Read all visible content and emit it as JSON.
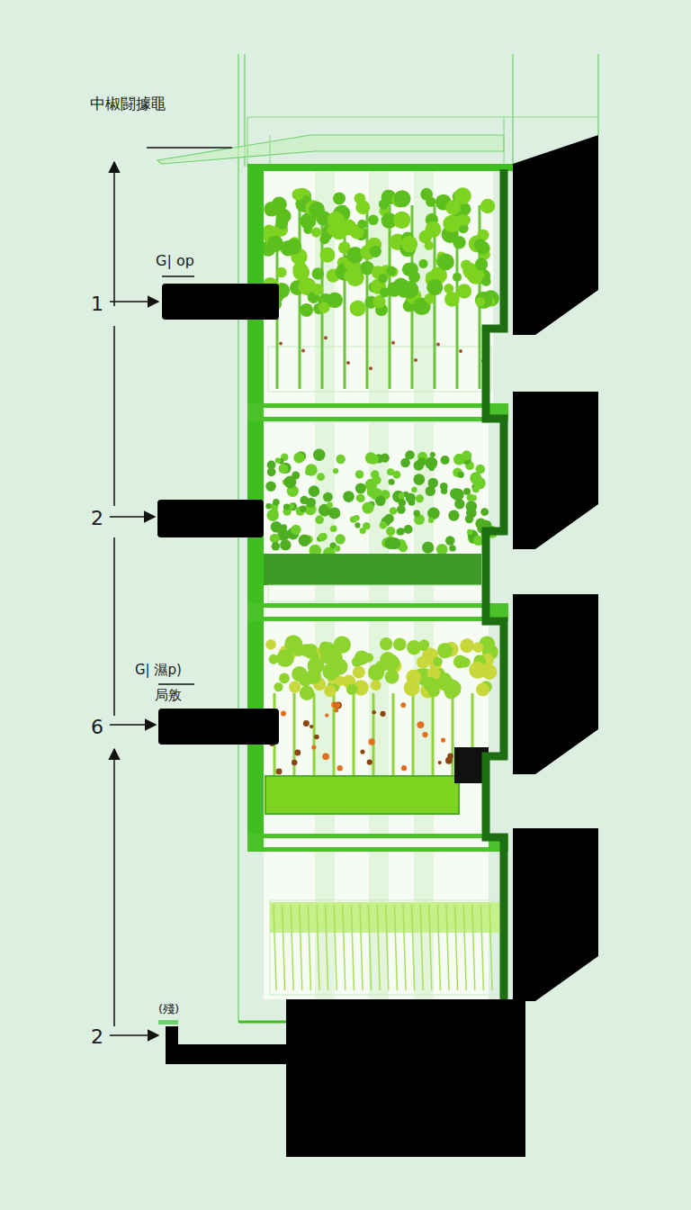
{
  "diagram": {
    "title": "中椒闘據黽",
    "labels": [
      "G| op",
      "1",
      "2",
      "G| 濕p)",
      "局敫",
      "6",
      "(殘)",
      "2"
    ]
  }
}
